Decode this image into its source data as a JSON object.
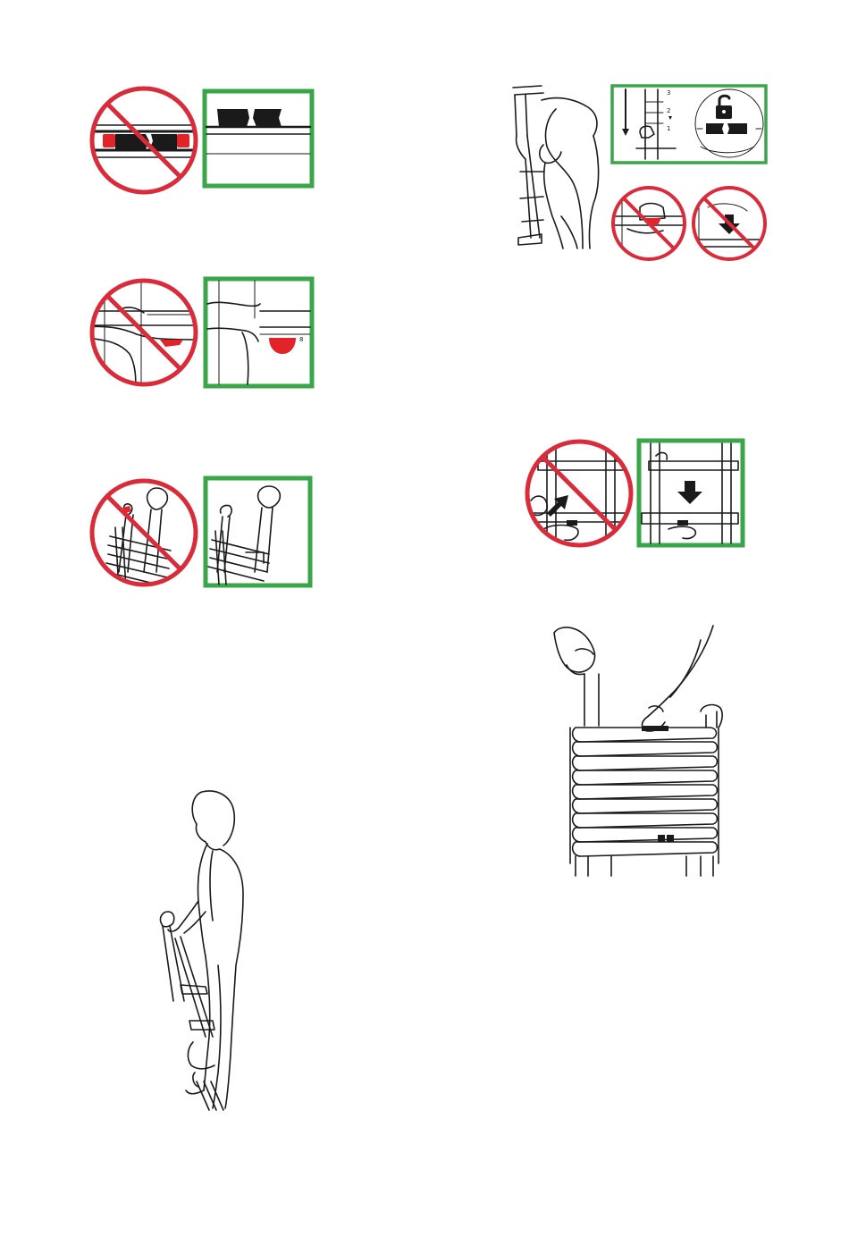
{
  "figures": {
    "rung_lock_markers": {},
    "rung_lock_tab": {},
    "end_cap_latch": {},
    "person_standing_ladder": {},
    "retract_ladder": {
      "step_numbers": [
        "3",
        "2",
        "1"
      ],
      "unlock_icon": "padlock-open-icon"
    },
    "release_rung": {
      "arrow_icons": [
        "arrow-down-left-icon",
        "arrow-down-icon"
      ]
    },
    "collapsed_ladder": {}
  },
  "colors": {
    "prohibited": "#d92b3a",
    "correct": "#3aa64a",
    "lock_indicator": "#e3232a",
    "line": "#1a1a1a"
  }
}
